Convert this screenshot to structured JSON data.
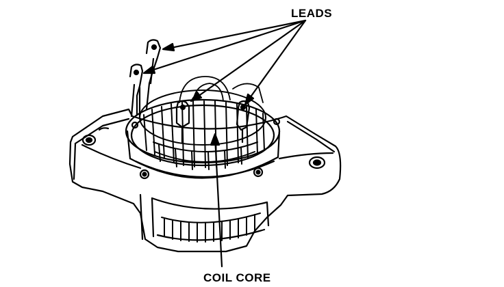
{
  "labels": {
    "leads": "LEADS",
    "coil_core": "COIL CORE"
  },
  "colors": {
    "ink": "#000000",
    "paper": "#ffffff"
  },
  "parts": {
    "housing": "alternator-end-housing",
    "stator_windings": "stator-coil-windings",
    "leads_count": 4,
    "mounting_ears": 2,
    "bolt_holes": 4
  }
}
